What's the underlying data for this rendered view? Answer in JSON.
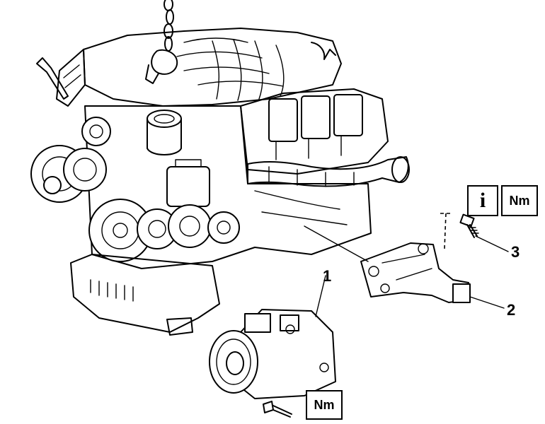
{
  "callouts": {
    "part1": "1",
    "part2": "2",
    "part3": "3"
  },
  "symbols": {
    "info_symbol": "i",
    "torque_symbol_top": "Nm",
    "torque_symbol_bottom": "Nm"
  }
}
